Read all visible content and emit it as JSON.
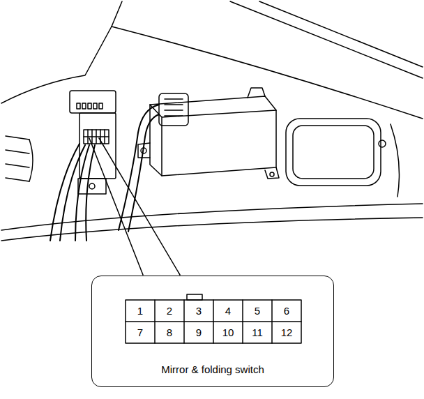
{
  "diagram": {
    "nodes": [
      {
        "text": [
          "Mirror & folding switch"
        ]
      }
    ],
    "labels": [
      "1",
      "2",
      "3",
      "4",
      "5",
      "6",
      "7",
      "8",
      "9",
      "10",
      "11",
      "12"
    ]
  }
}
